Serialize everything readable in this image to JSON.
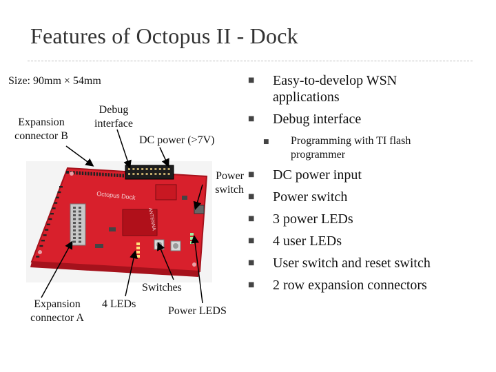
{
  "slide": {
    "title": "Features of Octopus II - Dock"
  },
  "labels": {
    "size": "Size: 90mm × 54mm",
    "expansion_b": [
      "Expansion",
      "connector B"
    ],
    "debug_interface": [
      "Debug",
      "interface"
    ],
    "dc_power": "DC power (>7V)",
    "power_switch": [
      "Power",
      "switch"
    ],
    "switches": "Switches",
    "expansion_a": [
      "Expansion",
      "connector A"
    ],
    "leds_4": "4 LEDs",
    "power_leds": "Power LEDS"
  },
  "board": {
    "silkscreen_1": "Octopus Dock",
    "silkscreen_2": "ANTENNA",
    "colors": {
      "pcb": "#d8202c",
      "pcb_dark": "#a5121c",
      "connector": "#222222"
    }
  },
  "bullets": [
    {
      "text": "Easy-to-develop WSN",
      "level": 1
    },
    {
      "text": "applications",
      "level": 1,
      "continuation": true
    },
    {
      "text": "Debug interface",
      "level": 1
    },
    {
      "text": "Programming with TI flash",
      "level": 2
    },
    {
      "text": "programmer",
      "level": 2,
      "continuation": true
    },
    {
      "text": "DC power input",
      "level": 1
    },
    {
      "text": "Power switch",
      "level": 1
    },
    {
      "text": "3 power LEDs",
      "level": 1
    },
    {
      "text": "4 user LEDs",
      "level": 1
    },
    {
      "text": "User switch and reset switch",
      "level": 1
    },
    {
      "text": "2 row expansion connectors",
      "level": 1
    }
  ],
  "bullet_icon": "wingdings-square-bullet"
}
